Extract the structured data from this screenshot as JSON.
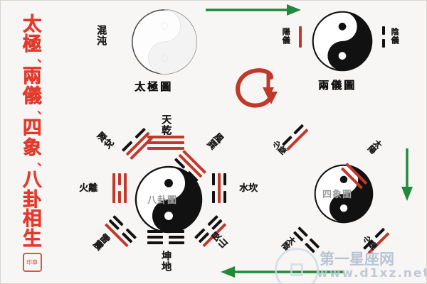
{
  "page": {
    "background_color": "#f8f6f4",
    "title_color": "#e8392c",
    "yang_color": "#c0392b",
    "yin_color": "#111111",
    "arrow_color": "#1f8a3b",
    "arrow_red_color": "#c0392b"
  },
  "title": {
    "chars": [
      "太",
      "極",
      "、",
      "兩",
      "儀",
      "、",
      "四",
      "象",
      "、",
      "八",
      "卦",
      "相",
      "生"
    ],
    "seal_text": "印章"
  },
  "taiji": {
    "label_chaos": "混沌",
    "caption": "太極圖"
  },
  "liangyi": {
    "caption": "兩儀圖",
    "left_label": "陽儀",
    "right_label": "陰儀"
  },
  "sixiang": {
    "caption": "四象圖",
    "items": [
      {
        "name": "少陰",
        "position": "upper-left"
      },
      {
        "name": "太陽",
        "position": "upper-right"
      },
      {
        "name": "太陰",
        "position": "lower-left"
      },
      {
        "name": "少陽",
        "position": "lower-right"
      }
    ]
  },
  "bagua": {
    "caption": "八卦圖",
    "trigrams": [
      {
        "name": "天乾",
        "position": "top"
      },
      {
        "name": "澤兌",
        "position": "upper-left"
      },
      {
        "name": "風巽",
        "position": "upper-right"
      },
      {
        "name": "火離",
        "position": "left"
      },
      {
        "name": "水坎",
        "position": "right"
      },
      {
        "name": "雷震",
        "position": "lower-left"
      },
      {
        "name": "艮山",
        "position": "lower-right"
      },
      {
        "name": "坤地",
        "position": "bottom"
      }
    ]
  },
  "watermark": {
    "site_name": "第一星座网",
    "site_url": "www.d1xz.net"
  }
}
